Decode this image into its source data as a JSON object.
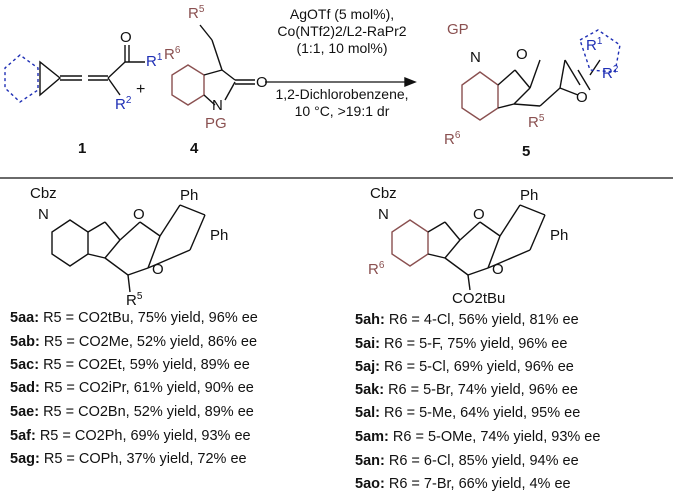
{
  "scheme": {
    "reactant1": {
      "number": "1",
      "r1": "R",
      "r1_sup": "1",
      "r2": "R",
      "r2_sup": "2",
      "o": "O"
    },
    "reactant2": {
      "number": "4",
      "r5": "R",
      "r5_sup": "5",
      "r6": "R",
      "r6_sup": "6",
      "n": "N",
      "pg": "PG",
      "o": "O"
    },
    "plus": "+",
    "conditions": {
      "line1": "AgOTf (5 mol%),",
      "line2": "Co(NTf2)2/L2-RaPr2",
      "line3": "(1:1, 10 mol%)",
      "line4": "1,2-Dichlorobenzene,",
      "line5": "10 °C, >19:1 dr"
    },
    "product": {
      "number": "5",
      "gp": "GP",
      "n": "N",
      "o1": "O",
      "o2": "O",
      "r1": "R",
      "r1_sup": "1",
      "r2": "R",
      "r2_sup": "2",
      "r5": "R",
      "r5_sup": "5",
      "r6": "R",
      "r6_sup": "6"
    }
  },
  "structure_left": {
    "cbz": "Cbz",
    "n": "N",
    "o1": "O",
    "o2": "O",
    "ph1": "Ph",
    "ph2": "Ph",
    "r5": "R",
    "r5_sup": "5"
  },
  "structure_right": {
    "cbz": "Cbz",
    "n": "N",
    "o1": "O",
    "o2": "O",
    "ph1": "Ph",
    "ph2": "Ph",
    "r6": "R",
    "r6_sup": "6",
    "sub": "CO2tBu"
  },
  "colors": {
    "substituent_brown": "#8a5050",
    "substituent_blue": "#1f2fb5"
  },
  "results_left": [
    {
      "id": "5aa:",
      "text": "R5 = CO2tBu, 75% yield, 96% ee"
    },
    {
      "id": "5ab:",
      "text": "R5 = CO2Me, 52% yield, 86% ee"
    },
    {
      "id": "5ac:",
      "text": "R5 = CO2Et, 59% yield, 89% ee"
    },
    {
      "id": "5ad:",
      "text": "R5 = CO2iPr, 61% yield, 90% ee"
    },
    {
      "id": "5ae:",
      "text": "R5 = CO2Bn, 52% yield, 89% ee"
    },
    {
      "id": "5af:",
      "text": "R5 = CO2Ph, 69% yield, 93% ee"
    },
    {
      "id": "5ag:",
      "text": "R5 = COPh, 37% yield, 72% ee"
    }
  ],
  "results_right": [
    {
      "id": "5ah:",
      "text": "R6 = 4-Cl, 56% yield, 81% ee"
    },
    {
      "id": "5ai:",
      "text": "R6 = 5-F, 75% yield, 96% ee"
    },
    {
      "id": "5aj:",
      "text": "R6 = 5-Cl, 69% yield, 96% ee"
    },
    {
      "id": "5ak:",
      "text": "R6 = 5-Br, 74% yield, 96% ee"
    },
    {
      "id": "5al:",
      "text": "R6 = 5-Me, 64% yield, 95% ee"
    },
    {
      "id": "5am:",
      "text": "R6 = 5-OMe, 74% yield, 93% ee"
    },
    {
      "id": "5an:",
      "text": "R6 = 6-Cl, 85% yield, 94% ee"
    },
    {
      "id": "5ao:",
      "text": "R6 = 7-Br, 66% yield, 4% ee"
    }
  ]
}
